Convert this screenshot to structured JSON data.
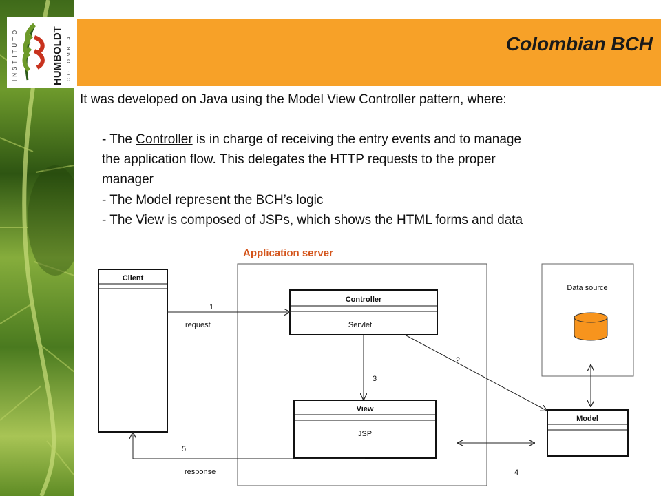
{
  "slide": {
    "title": "Colombian BCH",
    "logo": {
      "main": "HUMBOLDT",
      "top": "INSTITUTO",
      "bottom": "COLOMBIA"
    },
    "intro": "It was developed on Java using the Model View Controller pattern, where:",
    "bullets": [
      {
        "prefix": "- The ",
        "keyword": "Controller",
        "suffix_line1": " is in charge of receiving  the entry events and to manage",
        "line2": "the application flow. This delegates the HTTP requests to the proper",
        "line3": "manager"
      },
      {
        "prefix": "- The ",
        "keyword": "Model",
        "suffix": " represent the BCH’s logic"
      },
      {
        "prefix": "- The ",
        "keyword": "View",
        "suffix": " is composed of JSPs, which shows the HTML forms and data"
      }
    ]
  },
  "diagram": {
    "app_server_label": "Application server",
    "client": {
      "name": "Client"
    },
    "controller": {
      "name": "Controller",
      "body": "Servlet"
    },
    "view": {
      "name": "View",
      "body": "JSP"
    },
    "model": {
      "name": "Model"
    },
    "data_source": {
      "label": "Data source"
    },
    "arrows": {
      "request_num": "1",
      "request_label": "request",
      "model_num": "2",
      "view_num": "3",
      "view_model_num": "4",
      "response_num": "5",
      "response_label": "response"
    },
    "colors": {
      "header": "#f7a128",
      "database": "#f7941d",
      "accent_label": "#d4551c"
    }
  }
}
